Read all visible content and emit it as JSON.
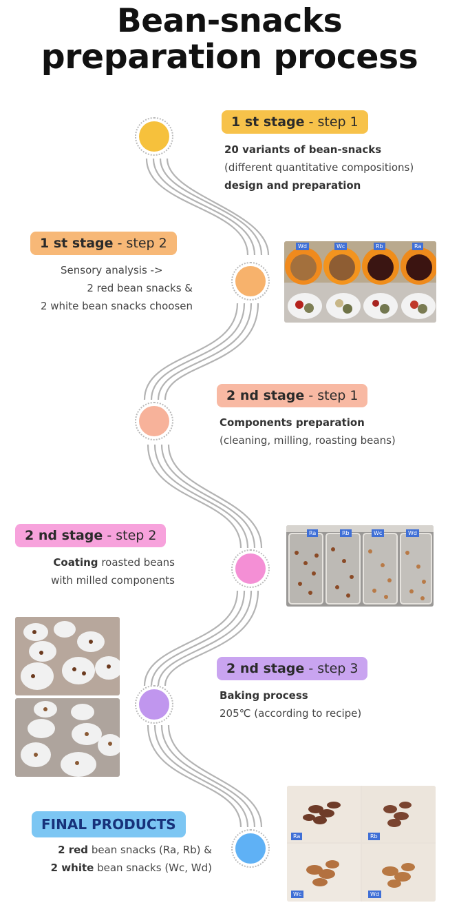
{
  "title": {
    "line1": "Bean-snacks",
    "line2": "preparation process"
  },
  "steps": [
    {
      "stage": "1 st stage",
      "step": "- step 1",
      "color": "#f6c13c",
      "label_color": "#f7c24a",
      "lines": [
        "20 variants of bean-snacks",
        "(different quantitative compositions)",
        "design and preparation"
      ]
    },
    {
      "stage": "1 st stage",
      "step": "- step 2",
      "color": "#f7b26c",
      "label_color": "#f7b877",
      "lines": [
        "Sensory analysis ->",
        "2 red bean snacks &",
        "2 white bean snacks choosen"
      ]
    },
    {
      "stage": "2 nd stage",
      "step": "- step 1",
      "color": "#f7b29a",
      "label_color": "#f8b9a3",
      "lines": [
        "Components preparation",
        "(cleaning, milling, roasting beans)"
      ]
    },
    {
      "stage": "2 nd stage",
      "step": "- step 2",
      "color": "#f48fd5",
      "label_color": "#f7a2dc",
      "lines": [
        "Coating roasted beans",
        "with milled components"
      ]
    },
    {
      "stage": "2 nd stage",
      "step": "- step 3",
      "color": "#c096ee",
      "label_color": "#c9a4f0",
      "lines": [
        "Baking process",
        "205℃ (according to recipe)"
      ]
    }
  ],
  "final": {
    "label": "FINAL PRODUCTS",
    "color": "#7cc6f3",
    "dot_color": "#5fb1f5",
    "line1_bold": "2 red",
    "line1_rest": " bean snacks (Ra, Rb) &",
    "line2_bold": "2 white",
    "line2_rest": " bean snacks (Wc, Wd)"
  },
  "photo1_tags": [
    "Wd",
    "Wc",
    "Rb",
    "Ra"
  ],
  "photo2_tags": [
    "Ra",
    "Rb",
    "Wc",
    "Wd"
  ],
  "photo4_tags": [
    "Ra",
    "Rb",
    "Wc",
    "Wd"
  ]
}
